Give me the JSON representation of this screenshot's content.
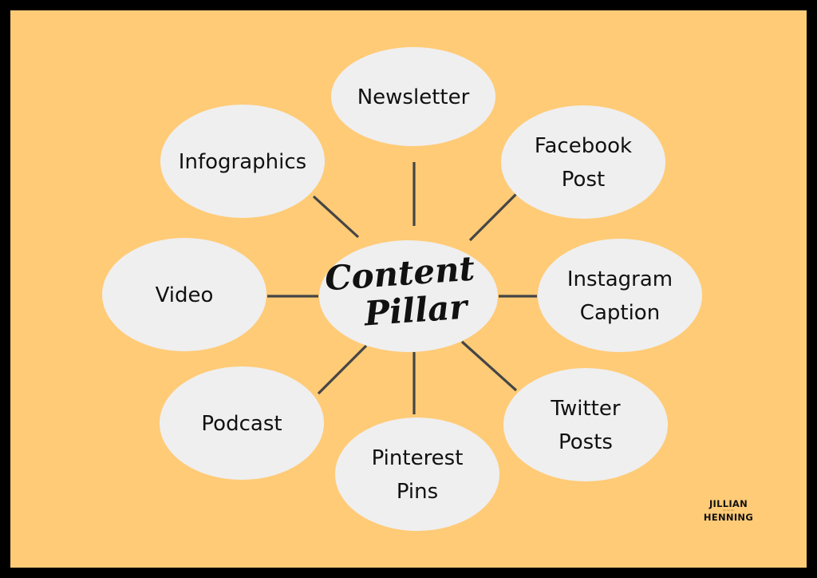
{
  "colors": {
    "frame": "#000000",
    "background": "#FFCB77",
    "node_fill": "#EFEFEF",
    "connector": "#454545",
    "text": "#111111"
  },
  "center": {
    "lines": [
      "Content",
      "Pillar"
    ]
  },
  "nodes": [
    {
      "id": "newsletter",
      "lines": [
        "Newsletter"
      ]
    },
    {
      "id": "facebook-post",
      "lines": [
        "Facebook",
        "Post"
      ]
    },
    {
      "id": "instagram-caption",
      "lines": [
        "Instagram",
        "Caption"
      ]
    },
    {
      "id": "twitter-posts",
      "lines": [
        "Twitter",
        "Posts"
      ]
    },
    {
      "id": "pinterest-pins",
      "lines": [
        "Pinterest",
        "Pins"
      ]
    },
    {
      "id": "podcast",
      "lines": [
        "Podcast"
      ]
    },
    {
      "id": "video",
      "lines": [
        "Video"
      ]
    },
    {
      "id": "infographics",
      "lines": [
        "Infographics"
      ]
    }
  ],
  "brand": {
    "line1": "JILLIAN",
    "line2": "HENNING"
  }
}
